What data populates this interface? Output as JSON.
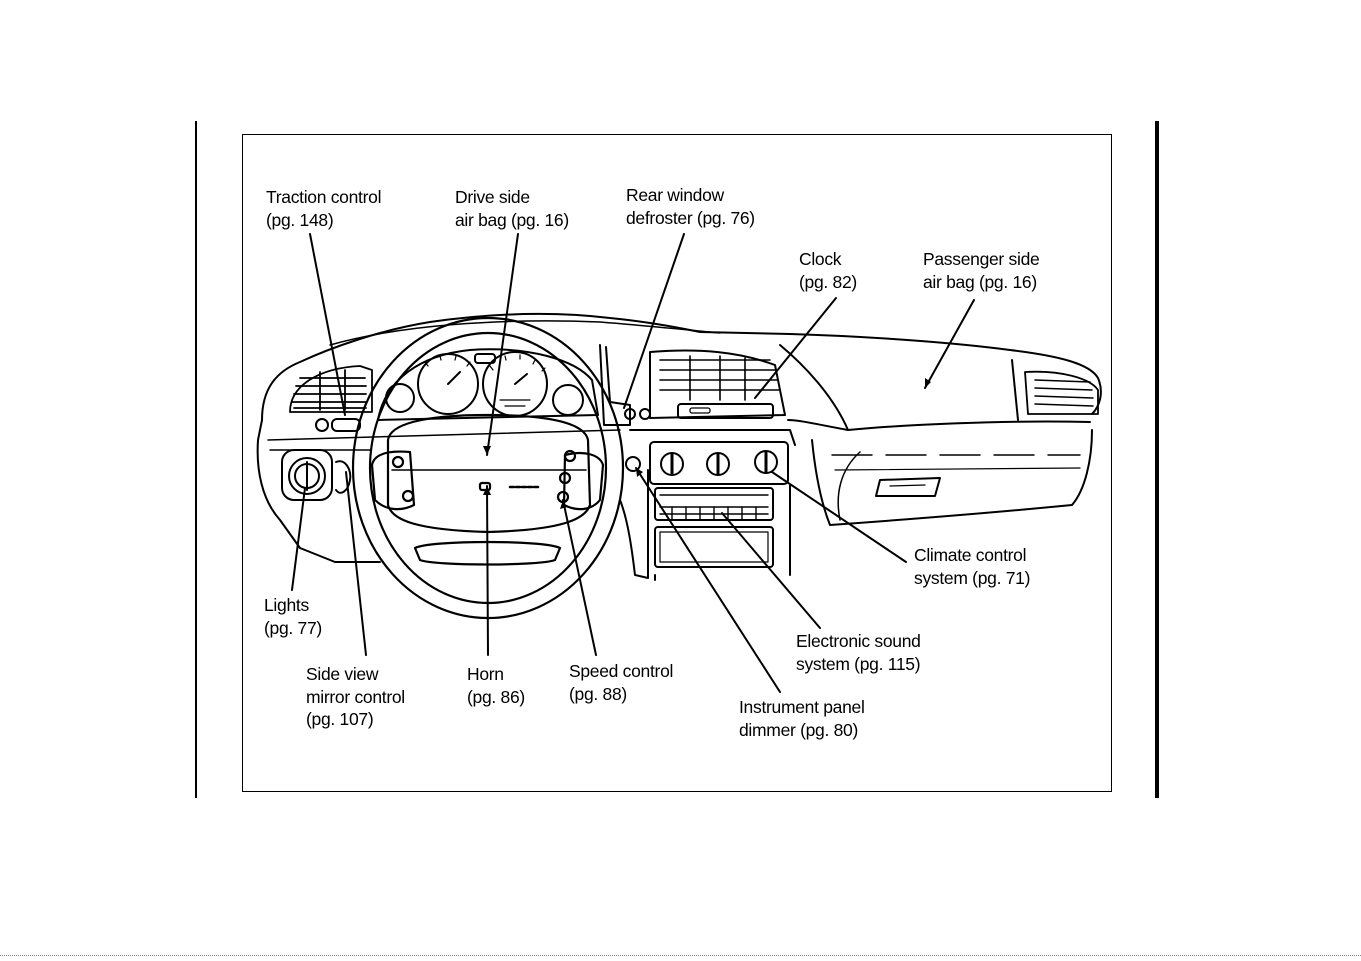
{
  "figure": {
    "callouts": {
      "traction_control": {
        "line1": "Traction control",
        "line2": "(pg. 148)"
      },
      "drive_airbag": {
        "line1": "Drive side",
        "line2": "air bag (pg. 16)"
      },
      "rear_defroster": {
        "line1": "Rear window",
        "line2": "defroster (pg. 76)"
      },
      "clock": {
        "line1": "Clock",
        "line2": "(pg. 82)"
      },
      "passenger_airbag": {
        "line1": "Passenger side",
        "line2": "air bag (pg. 16)"
      },
      "lights": {
        "line1": "Lights",
        "line2": "(pg. 77)"
      },
      "side_mirror": {
        "line1": "Side view",
        "line2": "mirror control",
        "line3": "(pg. 107)"
      },
      "horn": {
        "line1": "Horn",
        "line2": "(pg. 86)"
      },
      "speed_control": {
        "line1": "Speed control",
        "line2": "(pg. 88)"
      },
      "climate_control": {
        "line1": "Climate control",
        "line2": "system (pg. 71)"
      },
      "sound_system": {
        "line1": "Electronic sound",
        "line2": "system (pg. 115)"
      },
      "dimmer": {
        "line1": "Instrument panel",
        "line2": "dimmer (pg. 80)"
      }
    }
  }
}
